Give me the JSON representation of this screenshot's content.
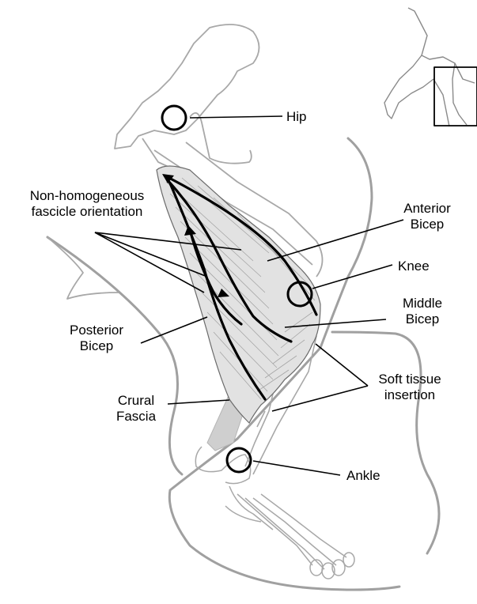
{
  "labels": {
    "hip": "Hip",
    "non_homogeneous": "Non-homogeneous\nfascicle orientation",
    "anterior_bicep": "Anterior\nBicep",
    "knee": "Knee",
    "middle_bicep": "Middle\nBicep",
    "posterior_bicep": "Posterior\nBicep",
    "soft_tissue_insertion": "Soft tissue\ninsertion",
    "crural_fascia": "Crural\nFascia",
    "ankle": "Ankle"
  },
  "colors": {
    "outline_gray": "#9a9a9a",
    "bone_gray": "#a8a8a8",
    "muscle_fill": "#e2e2e2",
    "fascia_fill": "#cfcfcf",
    "ink": "#000000"
  }
}
